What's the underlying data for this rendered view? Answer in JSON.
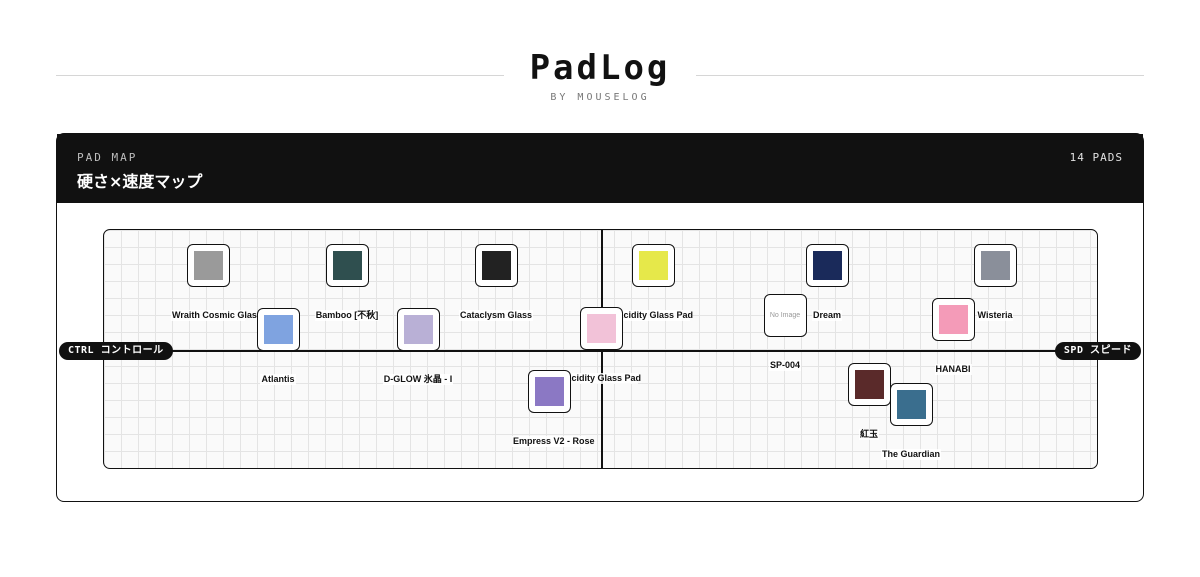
{
  "brand": {
    "title": "PadLog",
    "subtitle": "BY MOUSELOG"
  },
  "panel": {
    "kicker": "PAD MAP",
    "title": "硬さ×速度マップ",
    "count": "14 PADS"
  },
  "axes": {
    "left": "CTRL コントロール",
    "right": "SPD スピード"
  },
  "pads": [
    {
      "name": "Wraith Cosmic Glass",
      "art": "#9a9a9a"
    },
    {
      "name": "Bamboo [不秋]",
      "art": "#2f4f4f"
    },
    {
      "name": "Cataclysm Glass",
      "art": "#222222"
    },
    {
      "name": "Acidity Glass Pad",
      "art": "#e6e84a"
    },
    {
      "name": "Dream",
      "art": "#1a2a5a"
    },
    {
      "name": "Wisteria",
      "art": "#8a8f9a"
    },
    {
      "name": "Atlantis",
      "art": "#7fa3e0"
    },
    {
      "name": "D-GLOW 氷晶 - I",
      "art": "#b9b0d6"
    },
    {
      "name": "Acidity Glass Pad",
      "art": "#f2c2d8"
    },
    {
      "name": "SP-004",
      "art": "",
      "placeholder": "No Image"
    },
    {
      "name": "HANABI",
      "art": "#f49bb8"
    },
    {
      "name": "Empress V2 - Rose",
      "art": "#8b78c4"
    },
    {
      "name": "紅玉",
      "art": "#5a2a2a"
    },
    {
      "name": "The Guardian",
      "art": "#3a6e8e"
    }
  ]
}
